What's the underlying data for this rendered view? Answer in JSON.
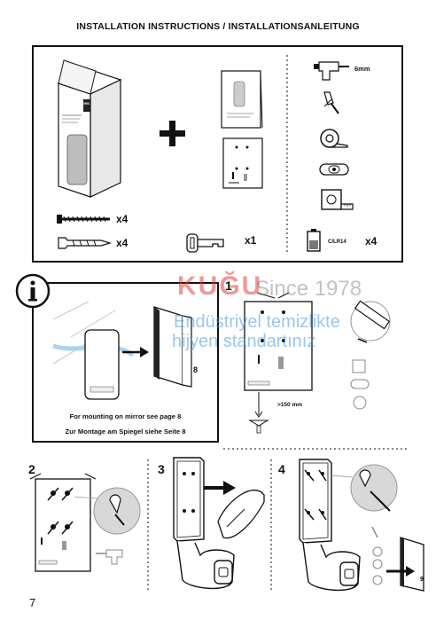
{
  "header": {
    "title": "INSTALLATION INSTRUCTIONS / INSTALLATIONSANLEITUNG"
  },
  "parts": {
    "box_brand": "TORK",
    "screws_qty": "x4",
    "plugs_qty": "x4",
    "key_qty": "x1",
    "drill_size": "6mm",
    "battery_type": "C/LR14",
    "battery_qty": "x4"
  },
  "info": {
    "note_en": "For mounting on mirror see page 8",
    "note_de": "Zur Montage am Spiegel siehe Seite 8",
    "book_page": "8"
  },
  "steps": {
    "step1": "1",
    "step1_measure": ">150 mm",
    "step2": "2",
    "step3": "3",
    "step4": "4",
    "step4_book_page": "9"
  },
  "watermark": {
    "brand": "KUĞU",
    "since": "Since 1978",
    "line1": "Endüstriyel temizlikte",
    "line2": "hijyen standartınız"
  },
  "footer": {
    "page_number": "7"
  }
}
